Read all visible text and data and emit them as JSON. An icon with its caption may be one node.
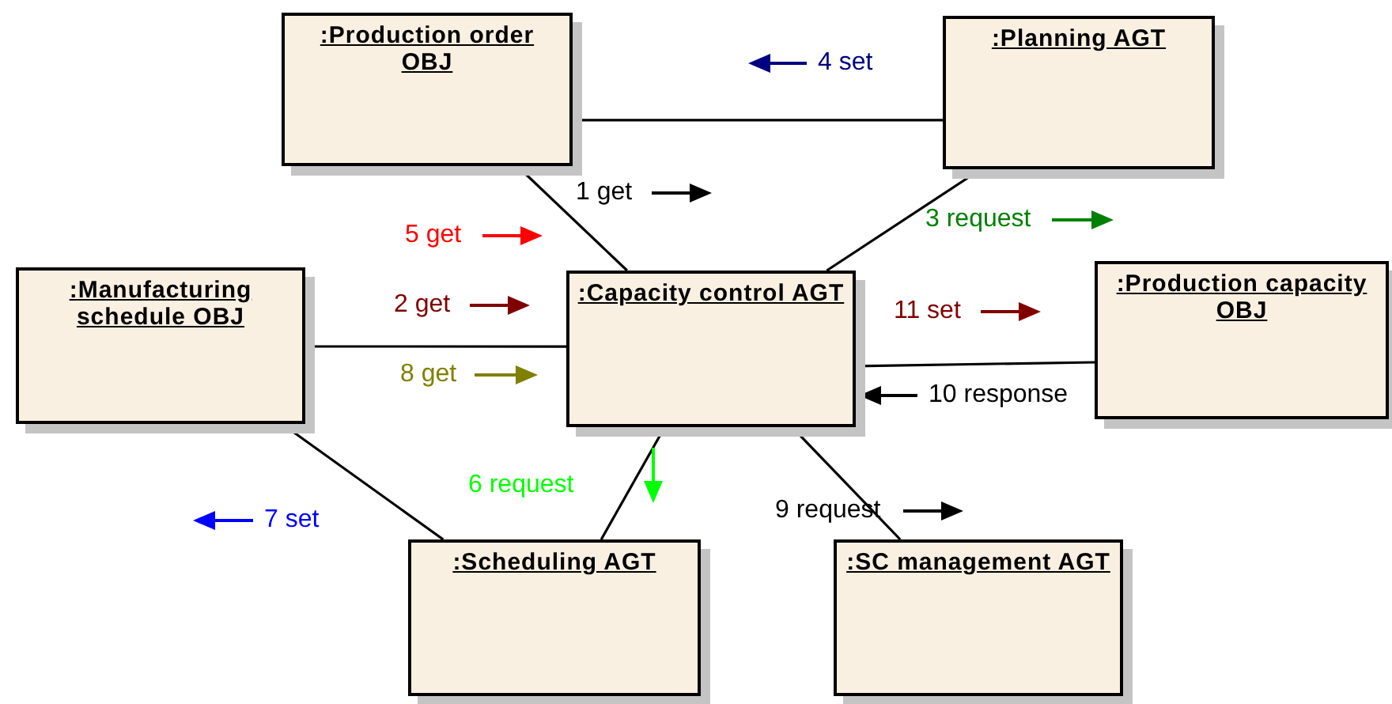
{
  "diagram": {
    "nodes": [
      {
        "text": [
          ":Production order OBJ"
        ]
      },
      {
        "text": [
          ":Planning AGT"
        ]
      },
      {
        "text": [
          ":Manufacturing schedule OBJ"
        ]
      },
      {
        "text": [
          ":Capacity control AGT"
        ]
      },
      {
        "text": [
          ":Production capacity OBJ"
        ]
      },
      {
        "text": [
          ":Scheduling AGT"
        ]
      },
      {
        "text": [
          ":SC management AGT"
        ]
      }
    ],
    "edges": [
      {
        "from": 0,
        "to": 1,
        "arrow": "none"
      },
      {
        "from": 0,
        "to": 3,
        "arrow": "none"
      },
      {
        "from": 1,
        "to": 3,
        "arrow": "none"
      },
      {
        "from": 2,
        "to": 3,
        "arrow": "none"
      },
      {
        "from": 3,
        "to": 4,
        "arrow": "none"
      },
      {
        "from": 2,
        "to": 5,
        "arrow": "none"
      },
      {
        "from": 3,
        "to": 5,
        "arrow": "none"
      },
      {
        "from": 3,
        "to": 6,
        "arrow": "none"
      }
    ],
    "labels": [
      "4 set",
      "1 get",
      "5 get",
      "3 request",
      "2 get",
      "11 set",
      "8 get",
      "10 response",
      "6 request",
      "7 set",
      "9 request"
    ]
  }
}
